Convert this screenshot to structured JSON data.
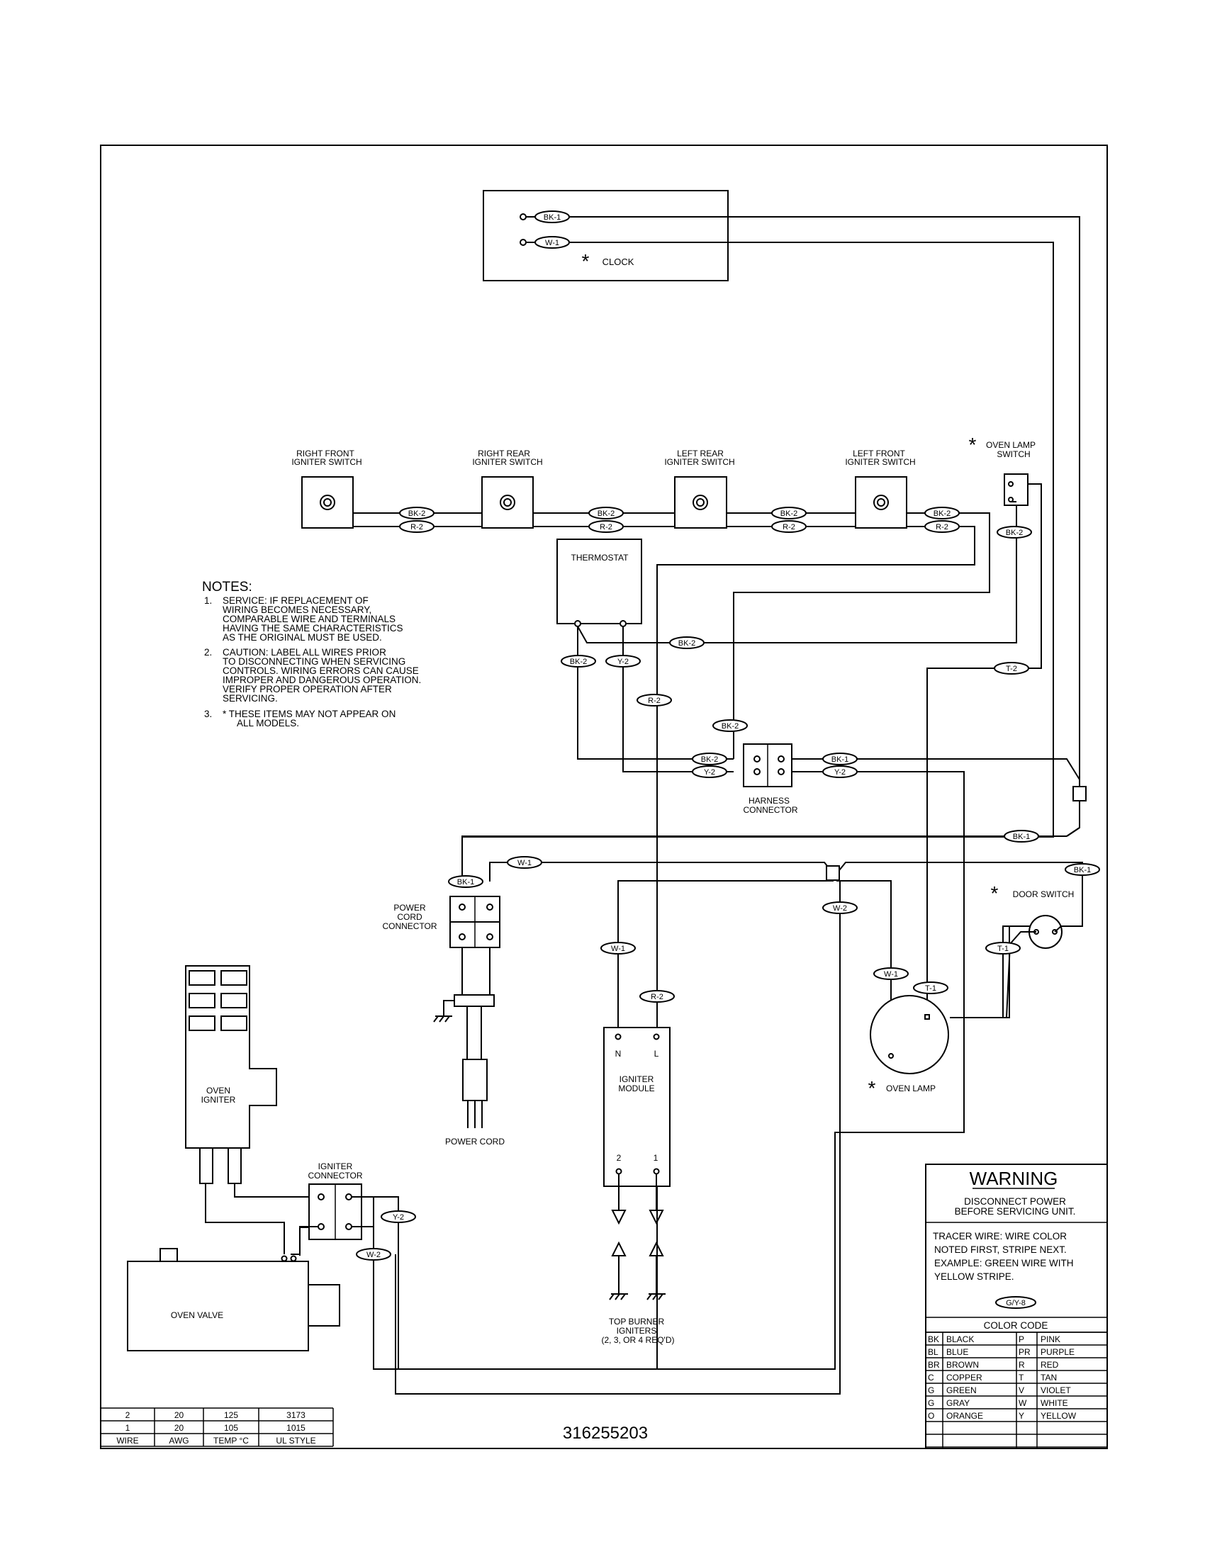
{
  "components": {
    "clock": "CLOCK",
    "right_front": [
      "RIGHT FRONT",
      "IGNITER SWITCH"
    ],
    "right_rear": [
      "RIGHT REAR",
      "IGNITER SWITCH"
    ],
    "left_rear": [
      "LEFT REAR",
      "IGNITER SWITCH"
    ],
    "left_front": [
      "LEFT FRONT",
      "IGNITER SWITCH"
    ],
    "oven_lamp_switch": [
      "OVEN LAMP",
      "SWITCH"
    ],
    "thermostat": "THERMOSTAT",
    "harness_connector": [
      "HARNESS",
      "CONNECTOR"
    ],
    "power_cord_connector": [
      "POWER",
      "CORD",
      "CONNECTOR"
    ],
    "power_cord": "POWER CORD",
    "door_switch": "DOOR SWITCH",
    "oven_lamp": "OVEN LAMP",
    "oven_igniter": [
      "OVEN",
      "IGNITER"
    ],
    "igniter_connector": [
      "IGNITER",
      "CONNECTOR"
    ],
    "oven_valve": "OVEN VALVE",
    "igniter_module": [
      "IGNITER",
      "MODULE"
    ],
    "module_terminals": [
      "N",
      "L",
      "2",
      "1"
    ],
    "top_burner": [
      "TOP BURNER",
      "IGNITERS",
      "(2, 3, OR 4 REQ'D)"
    ],
    "asterisk": "*"
  },
  "wire_tags": {
    "bk1": "BK-1",
    "w1": "W-1",
    "bk2": "BK-2",
    "r2": "R-2",
    "y2": "Y-2",
    "t2": "T-2",
    "t1": "T-1",
    "w2": "W-2",
    "gy8": "G/Y-8"
  },
  "notes": {
    "title": "NOTES:",
    "items": [
      {
        "num": "1.",
        "lines": [
          "SERVICE:   IF REPLACEMENT OF",
          "WIRING BECOMES NECESSARY,",
          "COMPARABLE WIRE AND TERMINALS",
          "HAVING THE SAME CHARACTERISTICS",
          "AS THE ORIGINAL MUST BE USED."
        ]
      },
      {
        "num": "2.",
        "lines": [
          "CAUTION:   LABEL ALL WIRES PRIOR",
          "TO DISCONNECTING WHEN SERVICING",
          "CONTROLS.   WIRING ERRORS CAN CAUSE",
          "IMPROPER AND DANGEROUS OPERATION.",
          "VERIFY PROPER OPERATION AFTER",
          "SERVICING."
        ]
      },
      {
        "num": "3.",
        "lines": [
          "* THESE ITEMS MAY NOT APPEAR ON",
          "ALL MODELS."
        ]
      }
    ]
  },
  "warning": {
    "title": "WARNING",
    "lines": [
      "DISCONNECT POWER",
      "BEFORE SERVICING UNIT."
    ],
    "tracer": [
      "TRACER WIRE:      WIRE COLOR",
      "NOTED FIRST, STRIPE NEXT.",
      "EXAMPLE:   GREEN WIRE WITH",
      "YELLOW STRIPE."
    ]
  },
  "color_code": {
    "title": "COLOR CODE",
    "rows": [
      [
        "BK",
        "BLACK",
        "P",
        "PINK"
      ],
      [
        "BL",
        "BLUE",
        "PR",
        "PURPLE"
      ],
      [
        "BR",
        "BROWN",
        "R",
        "RED"
      ],
      [
        "C",
        "COPPER",
        "T",
        "TAN"
      ],
      [
        "G",
        "GREEN",
        "V",
        "VIOLET"
      ],
      [
        "G",
        "GRAY",
        "W",
        "WHITE"
      ],
      [
        "O",
        "ORANGE",
        "Y",
        "YELLOW"
      ]
    ]
  },
  "wire_table": {
    "rows": [
      [
        "2",
        "20",
        "125",
        "3173"
      ],
      [
        "1",
        "20",
        "105",
        "1015"
      ]
    ],
    "headers": [
      "WIRE",
      "AWG",
      "TEMP °C",
      "UL STYLE"
    ]
  },
  "part_number": "316255203"
}
